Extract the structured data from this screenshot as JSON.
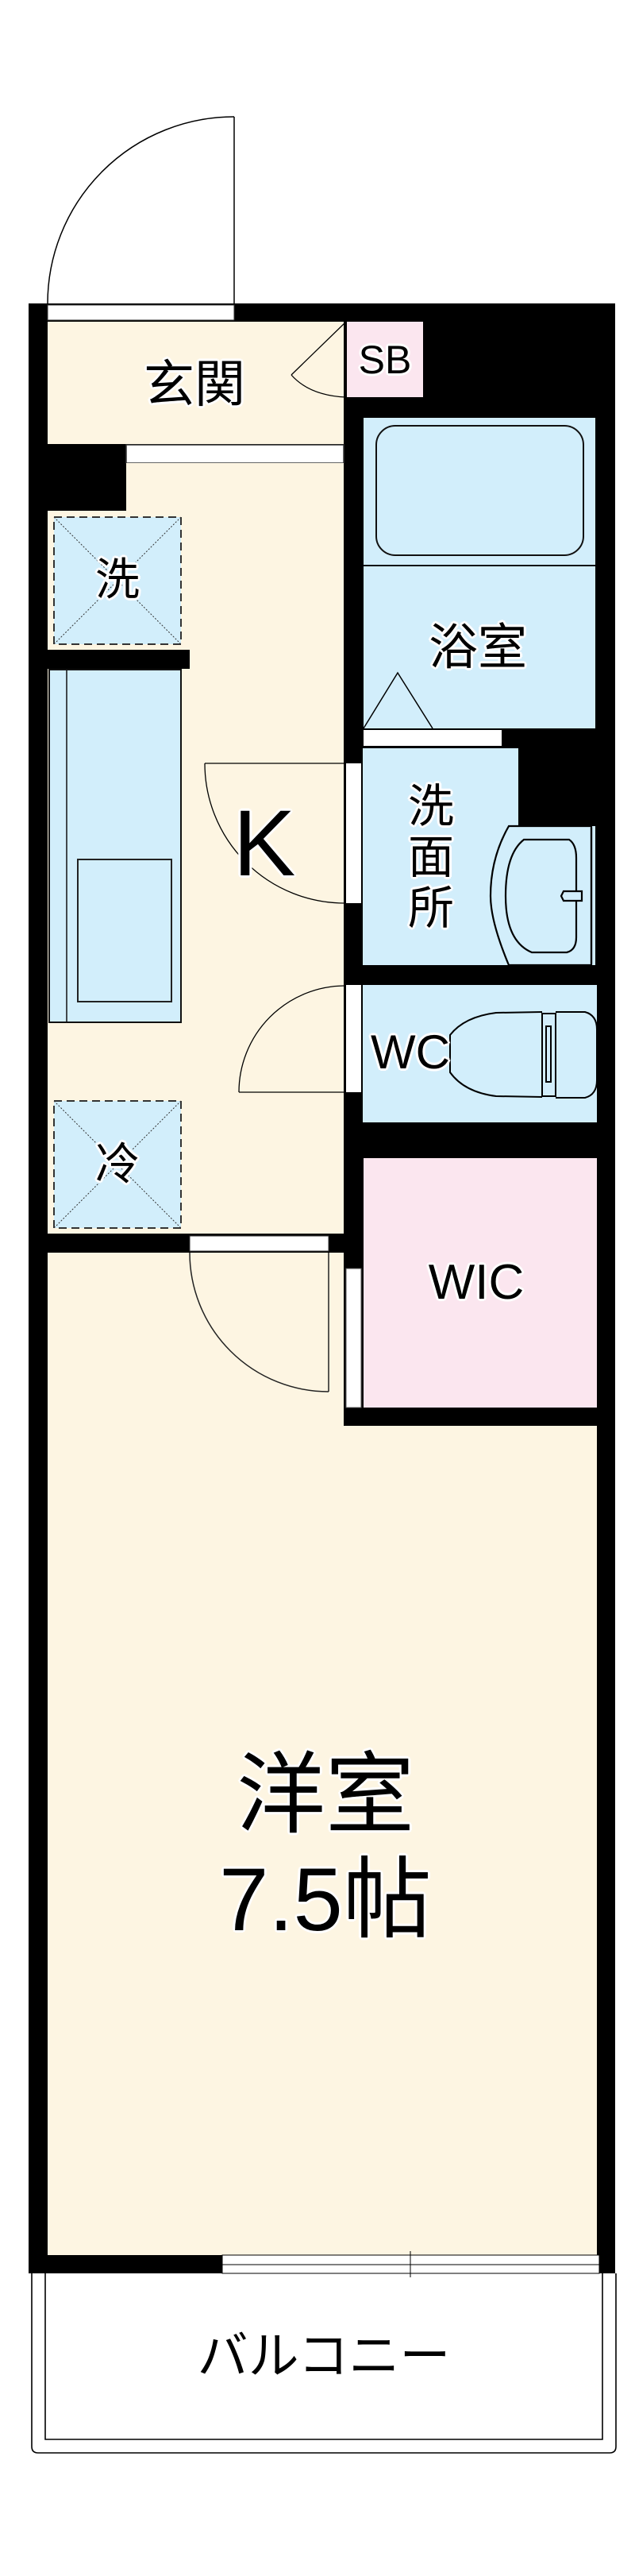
{
  "floor_plan": {
    "layout_type": "1K",
    "colors": {
      "wall": "#000000",
      "floor": "#fdf5e2",
      "wet_area": "#d2eefb",
      "storage": "#fbe6ef",
      "opening": "#ffffff"
    },
    "rooms": {
      "entrance": {
        "label": "玄関"
      },
      "shoe_box": {
        "label": "SB"
      },
      "bathroom": {
        "label": "浴室"
      },
      "washroom": {
        "label": "洗面所"
      },
      "washer_space": {
        "label": "洗"
      },
      "kitchen": {
        "label": "K"
      },
      "toilet": {
        "label": "WC"
      },
      "fridge_space": {
        "label": "冷"
      },
      "walk_in_closet": {
        "label": "WIC"
      },
      "western_room": {
        "label": "洋室",
        "size": "7.5帖"
      },
      "balcony": {
        "label": "バルコニー"
      }
    }
  }
}
